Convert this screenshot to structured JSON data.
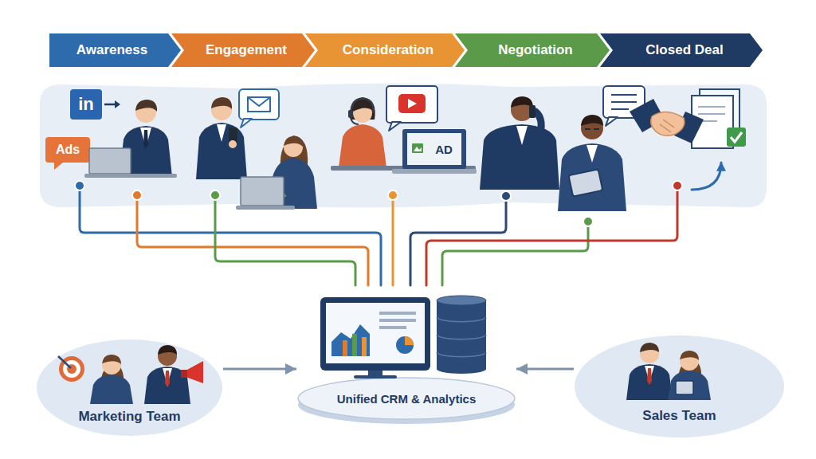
{
  "diagram": {
    "nodes": [
      {
        "text": [
          "Awareness"
        ]
      },
      {
        "text": [
          "Engagement"
        ]
      },
      {
        "text": [
          "Consideration"
        ]
      },
      {
        "text": [
          "Negotiation"
        ]
      },
      {
        "text": [
          "Closed Deal"
        ]
      },
      {
        "text": [
          "Marketing Team"
        ]
      },
      {
        "text": [
          "Unified CRM & Analytics"
        ]
      },
      {
        "text": [
          "Sales Team"
        ]
      }
    ],
    "edges": [
      {
        "from": 5,
        "to": 6,
        "arrow": "to"
      },
      {
        "from": 7,
        "to": 6,
        "arrow": "to"
      }
    ],
    "labels": [
      "in",
      "Ads",
      "AD"
    ]
  }
}
